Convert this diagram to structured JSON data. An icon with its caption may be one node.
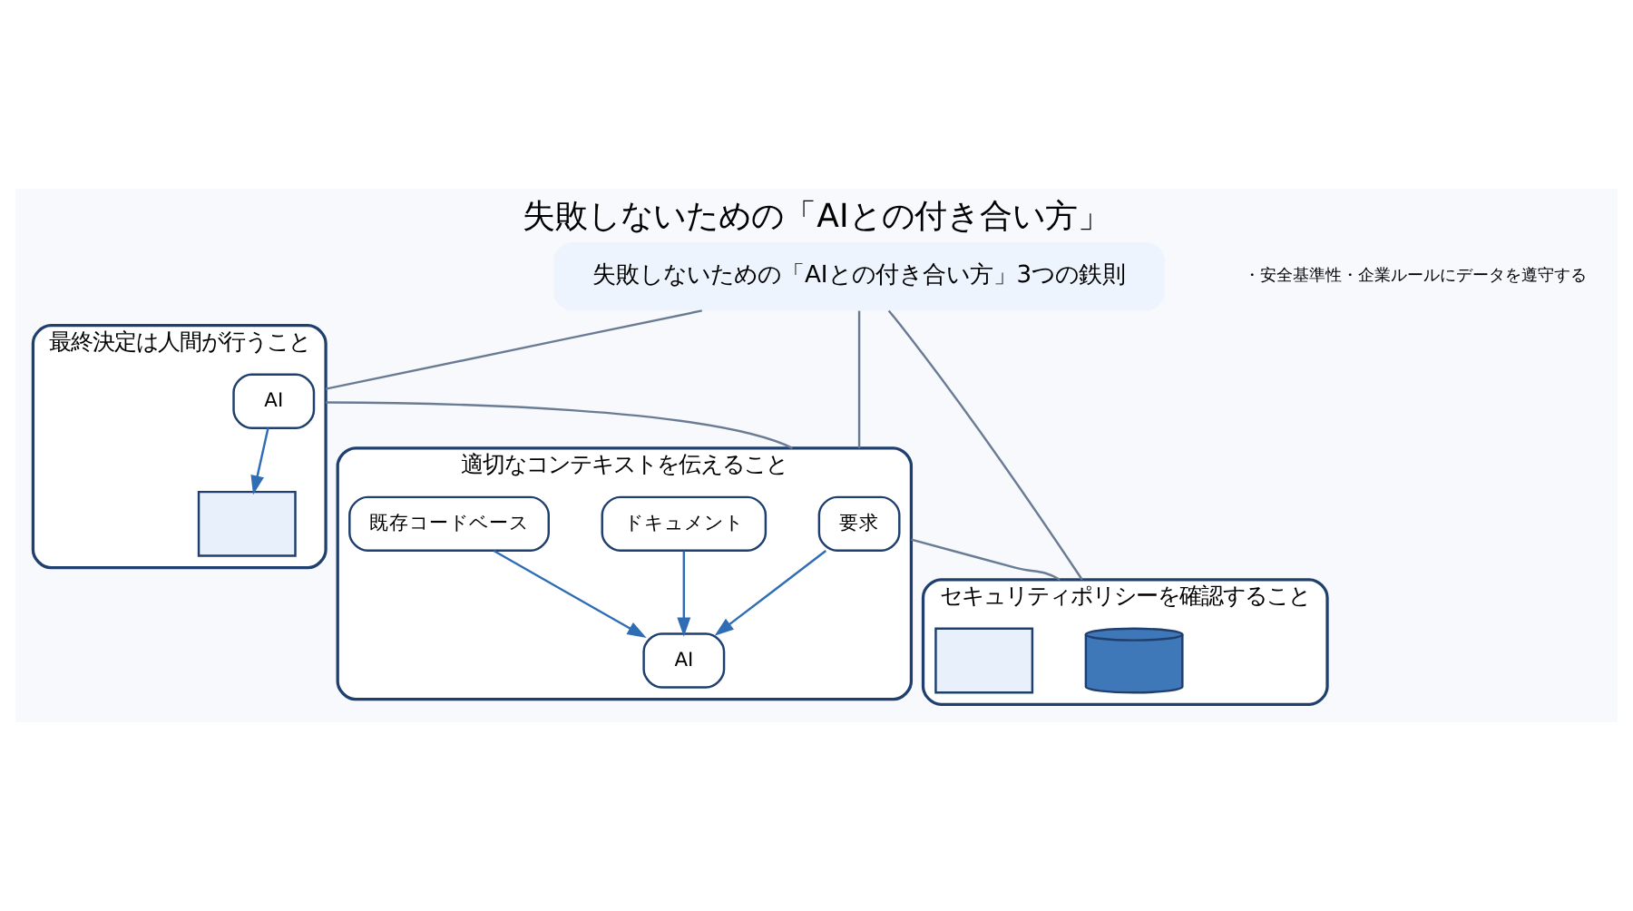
{
  "diagram": {
    "title": "失敗しないための「AIとの付き合い方」",
    "nodes": [
      {
        "text": [
          "最終決定は人間が行うこと"
        ]
      },
      {
        "text": [
          "AI"
        ],
        "in": 0
      },
      {
        "text": [],
        "shape": "box",
        "in": 0
      },
      {
        "text": [
          "失敗しないための「AIとの付き合い方」3つの鉄則"
        ]
      },
      {
        "text": [
          "セキュリティポリシーを確認すること"
        ]
      },
      {
        "text": [],
        "shape": "cylinder",
        "in": 4
      },
      {
        "text": [],
        "shape": "box",
        "in": 4
      },
      {
        "text": [
          "適切なコンテキストを伝えること"
        ]
      },
      {
        "text": [
          "要求"
        ],
        "in": 7
      },
      {
        "text": [
          "ドキュメント"
        ],
        "in": 7
      },
      {
        "text": [
          "既存コードベース"
        ],
        "in": 7
      },
      {
        "text": [
          "AI"
        ],
        "in": 7
      }
    ],
    "edges": [
      {
        "from": 3,
        "to": 0,
        "arrow": "none"
      },
      {
        "from": 3,
        "to": 4,
        "arrow": "none"
      },
      {
        "from": 3,
        "to": 7,
        "arrow": "none"
      },
      {
        "from": 0,
        "to": 7,
        "arrow": "none"
      },
      {
        "from": 7,
        "to": 4,
        "arrow": "none"
      },
      {
        "from": 1,
        "to": 2,
        "arrow": "to"
      },
      {
        "from": 8,
        "to": 11,
        "arrow": "to"
      },
      {
        "from": 9,
        "to": 11,
        "arrow": "to"
      },
      {
        "from": 10,
        "to": 11,
        "arrow": "to"
      }
    ],
    "labels": [
      "・安全基準性・企業ルールにデータを遵守する"
    ]
  }
}
